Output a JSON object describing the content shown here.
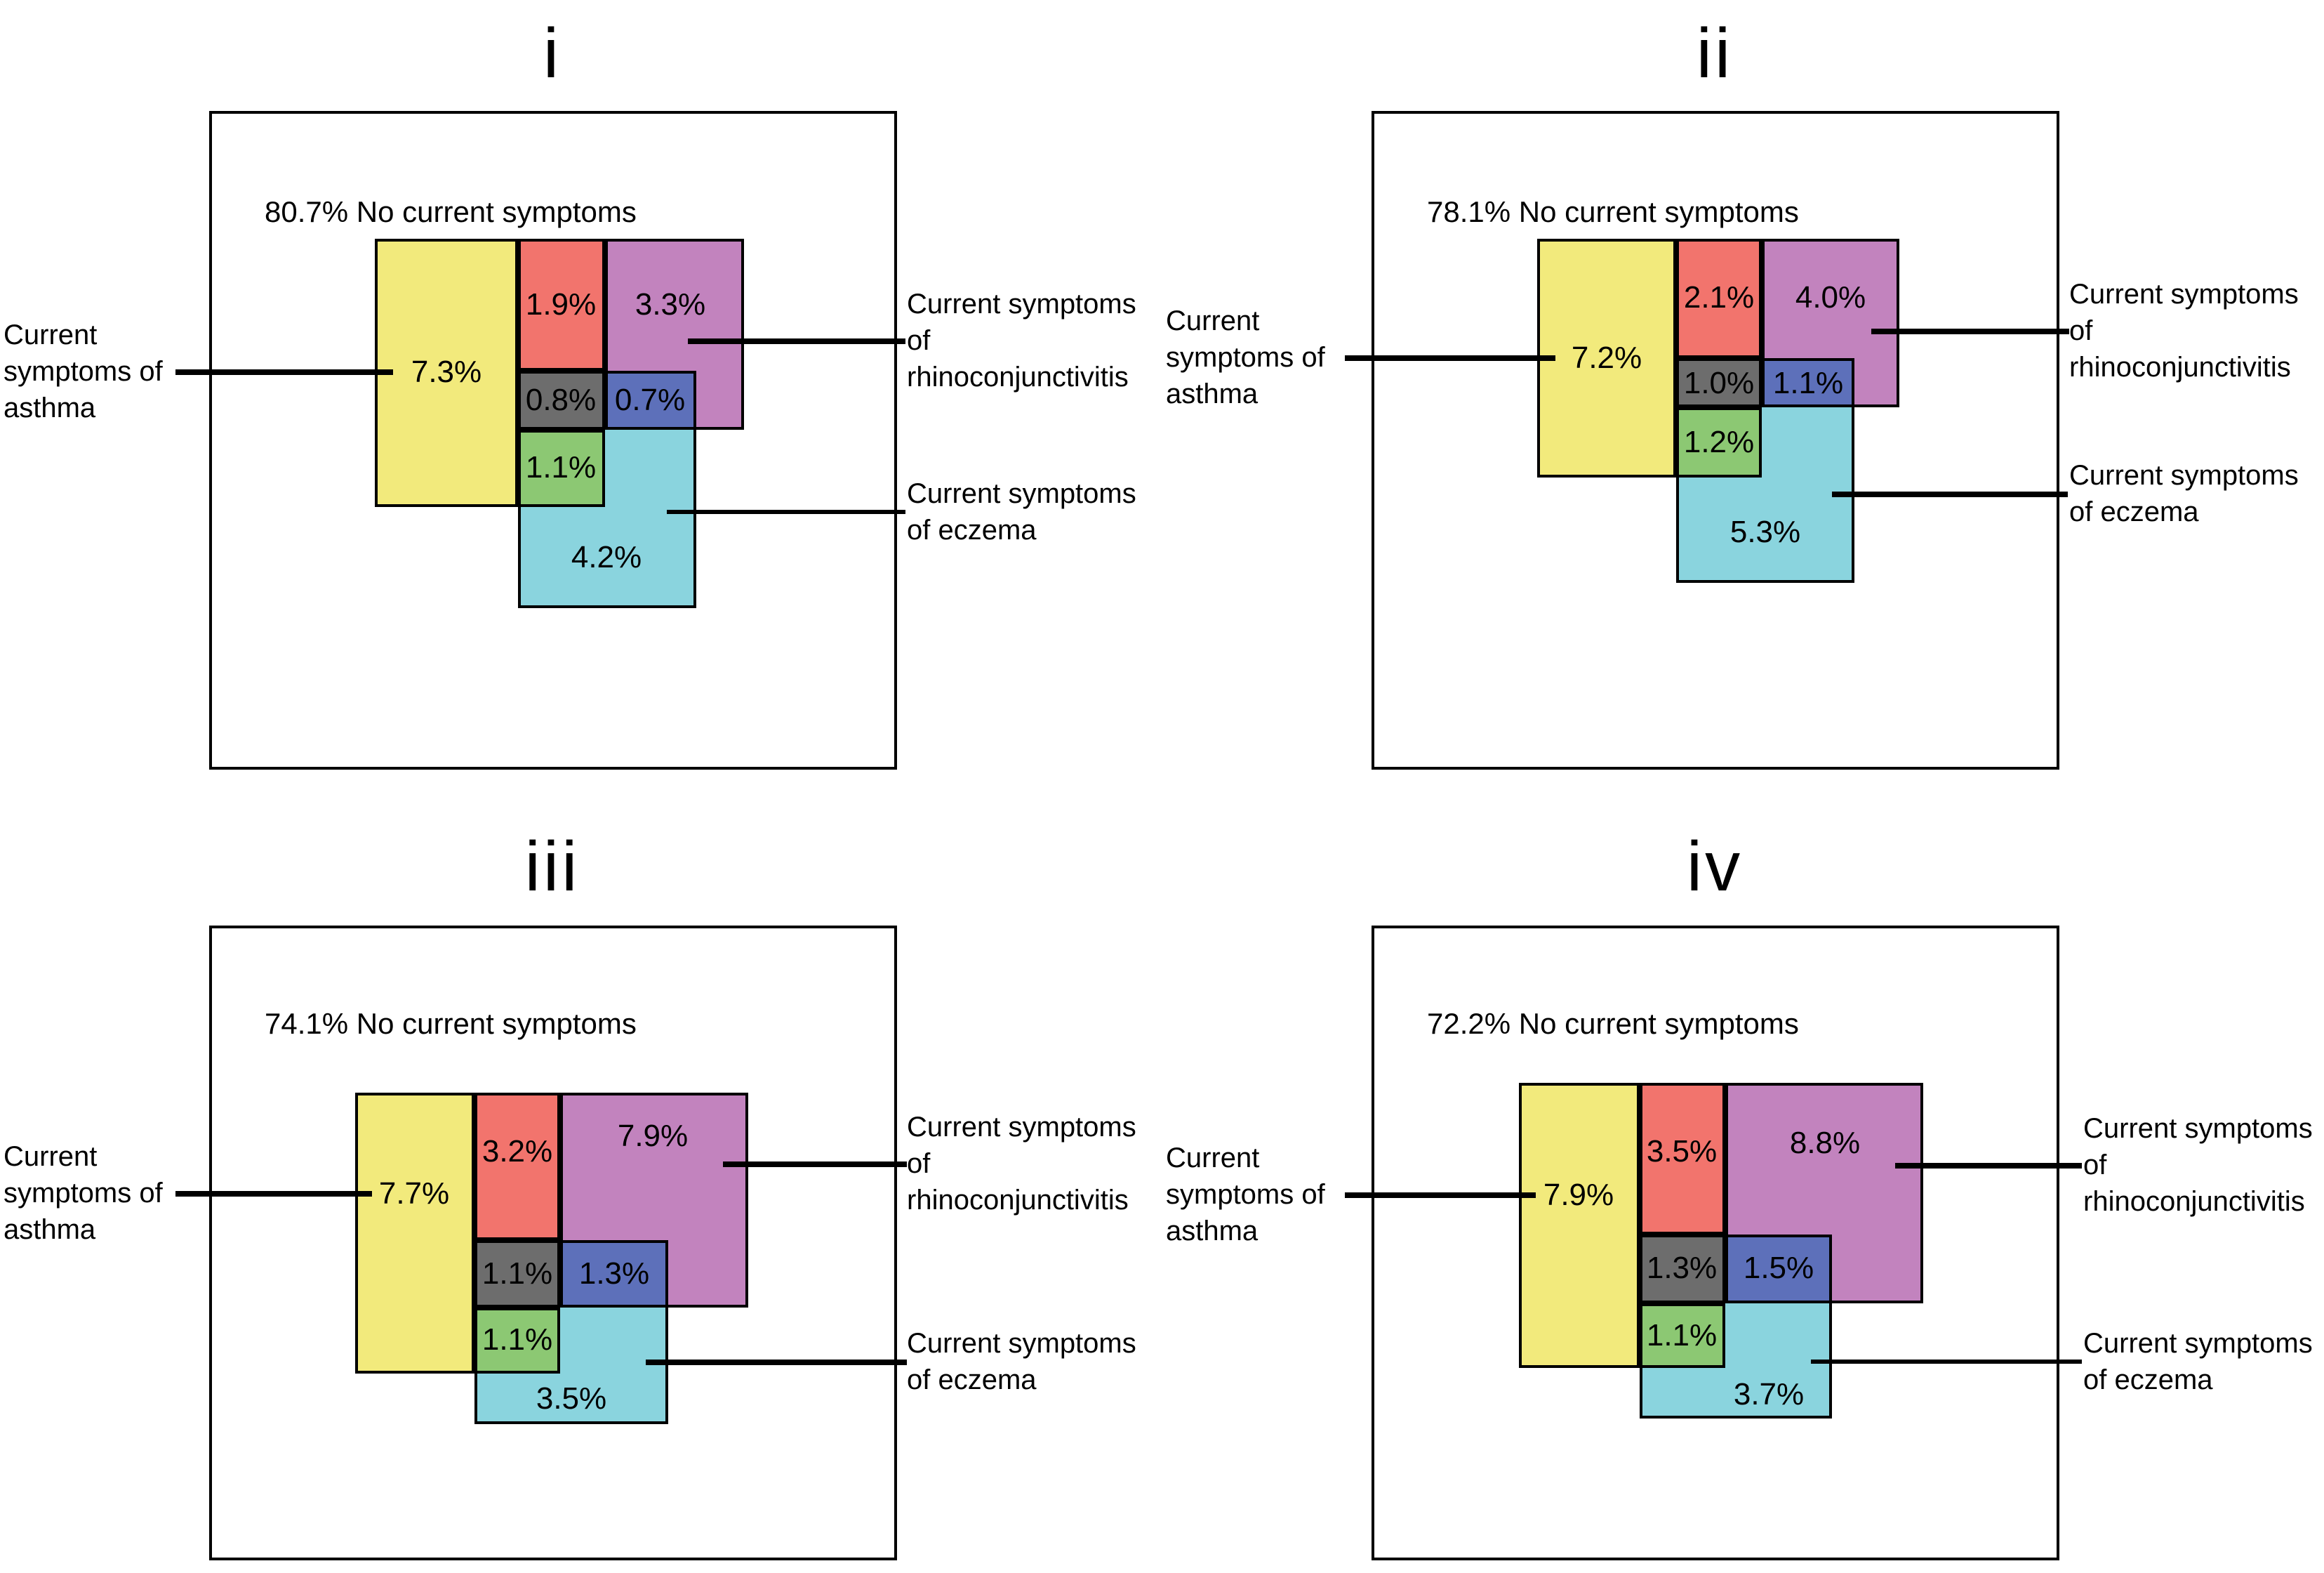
{
  "figure": {
    "colors": {
      "yellow": "#F2EA7C",
      "red": "#F2746D",
      "purple": "#C283BE",
      "gray": "#6D6D6D",
      "blue": "#5D70BA",
      "green": "#8CC873",
      "cyan": "#8AD4DE",
      "line": "#000000"
    },
    "legend": {
      "asthma": "Current symptoms of asthma",
      "rhino": "Current symptoms of rhinoconjunctivitis",
      "eczema": "Current symptoms of eczema"
    },
    "panels": [
      {
        "title": "i",
        "no_symptoms": "80.7% No current symptoms",
        "values": {
          "asthma_only": "7.3%",
          "asthma_rhino": "1.9%",
          "rhino_only": "3.3%",
          "all_three": "0.8%",
          "rhino_eczema": "0.7%",
          "asthma_eczema": "1.1%",
          "eczema_only": "4.2%"
        }
      },
      {
        "title": "ii",
        "no_symptoms": "78.1% No current symptoms",
        "values": {
          "asthma_only": "7.2%",
          "asthma_rhino": "2.1%",
          "rhino_only": "4.0%",
          "all_three": "1.0%",
          "rhino_eczema": "1.1%",
          "asthma_eczema": "1.2%",
          "eczema_only": "5.3%"
        }
      },
      {
        "title": "iii",
        "no_symptoms": "74.1% No current symptoms",
        "values": {
          "asthma_only": "7.7%",
          "asthma_rhino": "3.2%",
          "rhino_only": "7.9%",
          "all_three": "1.1%",
          "rhino_eczema": "1.3%",
          "asthma_eczema": "1.1%",
          "eczema_only": "3.5%"
        }
      },
      {
        "title": "iv",
        "no_symptoms": "72.2% No current symptoms",
        "values": {
          "asthma_only": "7.9%",
          "asthma_rhino": "3.5%",
          "rhino_only": "8.8%",
          "all_three": "1.3%",
          "rhino_eczema": "1.5%",
          "asthma_eczema": "1.1%",
          "eczema_only": "3.7%"
        }
      }
    ]
  }
}
